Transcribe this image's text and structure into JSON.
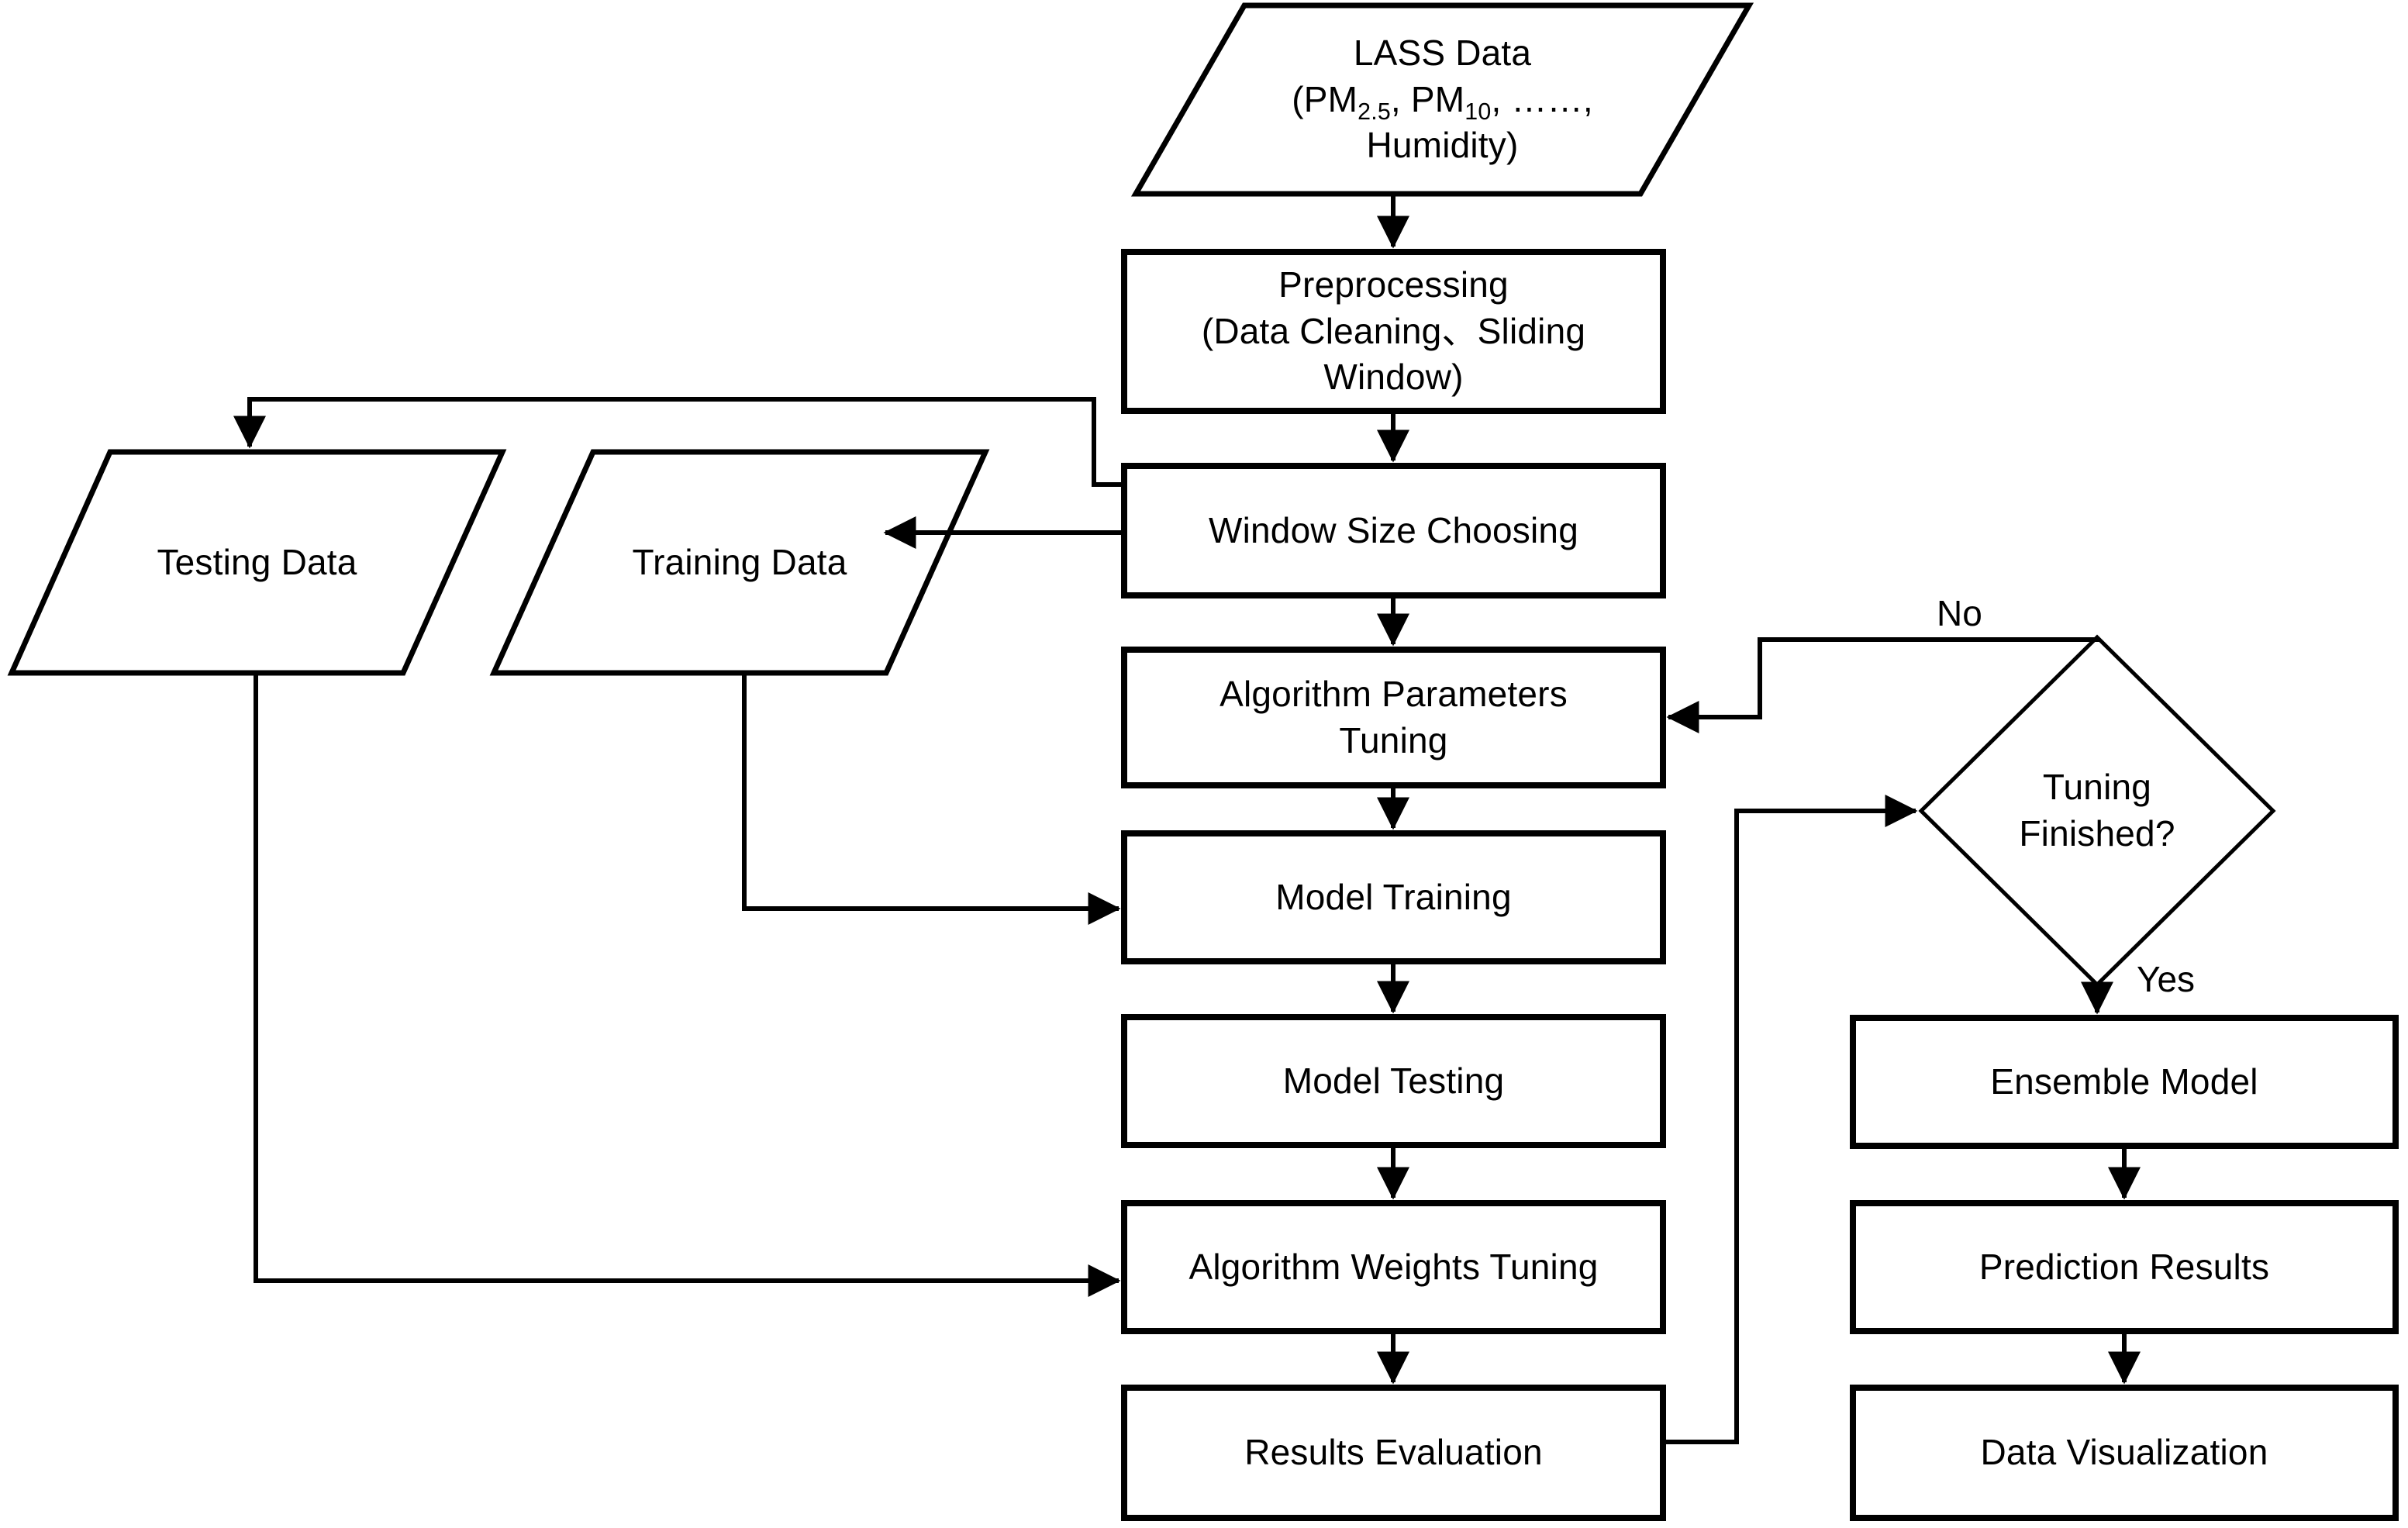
{
  "diagram": {
    "title": "Air quality prediction workflow flowchart",
    "colors": {
      "stroke": "#000000",
      "fill": "#ffffff",
      "text": "#000000"
    },
    "nodes": {
      "lass_data": {
        "shape": "parallelogram",
        "line1": "LASS Data",
        "line2_prefix": "(PM",
        "line2_sub1": "2.5",
        "line2_mid": ", PM",
        "line2_sub2": "10",
        "line2_suffix": ", ……,",
        "line3": "Humidity)"
      },
      "preprocessing": {
        "shape": "rectangle",
        "label": "Preprocessing\n(Data Cleaning、Sliding\nWindow)"
      },
      "testing_data": {
        "shape": "parallelogram",
        "label": "Testing Data"
      },
      "training_data": {
        "shape": "parallelogram",
        "label": "Training Data"
      },
      "window_size_choosing": {
        "shape": "rectangle",
        "label": "Window Size Choosing"
      },
      "algorithm_parameters_tuning": {
        "shape": "rectangle",
        "label": "Algorithm Parameters\nTuning"
      },
      "model_training": {
        "shape": "rectangle",
        "label": "Model Training"
      },
      "model_testing": {
        "shape": "rectangle",
        "label": "Model Testing"
      },
      "algorithm_weights_tuning": {
        "shape": "rectangle",
        "label": "Algorithm Weights Tuning"
      },
      "results_evaluation": {
        "shape": "rectangle",
        "label": "Results Evaluation"
      },
      "tuning_finished": {
        "shape": "diamond",
        "label": "Tuning\nFinished?"
      },
      "ensemble_model": {
        "shape": "rectangle",
        "label": "Ensemble Model"
      },
      "prediction_results": {
        "shape": "rectangle",
        "label": "Prediction Results"
      },
      "data_visualization": {
        "shape": "rectangle",
        "label": "Data Visualization"
      }
    },
    "edge_labels": {
      "no": "No",
      "yes": "Yes"
    }
  }
}
